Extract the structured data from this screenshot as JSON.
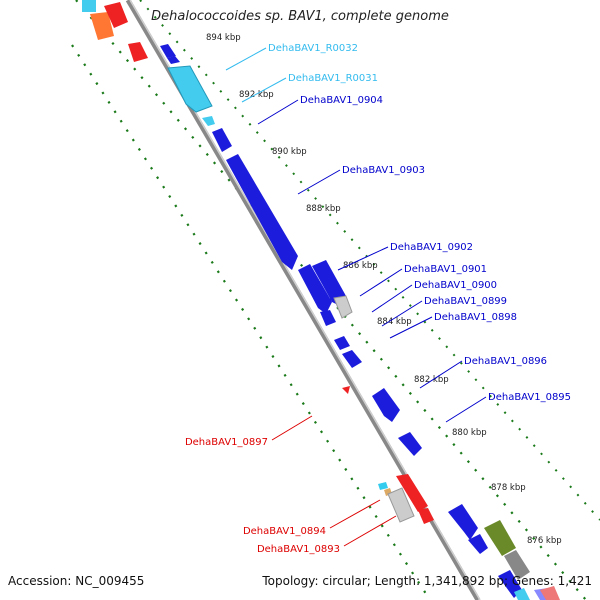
{
  "title": "Dehalococcoides sp. BAV1, complete genome",
  "footer": {
    "accession": "Accession: NC_009455",
    "topology": "Topology: circular; Length: 1,341,892 bp; Genes: 1,421"
  },
  "ticks": [
    "894 kbp",
    "892 kbp",
    "890 kbp",
    "888 kbp",
    "886 kbp",
    "884 kbp",
    "882 kbp",
    "880 kbp",
    "878 kbp",
    "876 kbp"
  ],
  "genes": [
    {
      "label": "DehaBAV1_R0032",
      "color": "#33bbee"
    },
    {
      "label": "DehaBAV1_R0031",
      "color": "#33bbee"
    },
    {
      "label": "DehaBAV1_0904",
      "color": "#0000cc"
    },
    {
      "label": "DehaBAV1_0903",
      "color": "#0000cc"
    },
    {
      "label": "DehaBAV1_0902",
      "color": "#0000cc"
    },
    {
      "label": "DehaBAV1_0901",
      "color": "#0000cc"
    },
    {
      "label": "DehaBAV1_0900",
      "color": "#0000cc"
    },
    {
      "label": "DehaBAV1_0899",
      "color": "#0000cc"
    },
    {
      "label": "DehaBAV1_0898",
      "color": "#0000cc"
    },
    {
      "label": "DehaBAV1_0896",
      "color": "#0000cc"
    },
    {
      "label": "DehaBAV1_0895",
      "color": "#0000cc"
    },
    {
      "label": "DehaBAV1_0897",
      "color": "#dd0000"
    },
    {
      "label": "DehaBAV1_0894",
      "color": "#dd0000"
    },
    {
      "label": "DehaBAV1_0893",
      "color": "#dd0000"
    }
  ]
}
